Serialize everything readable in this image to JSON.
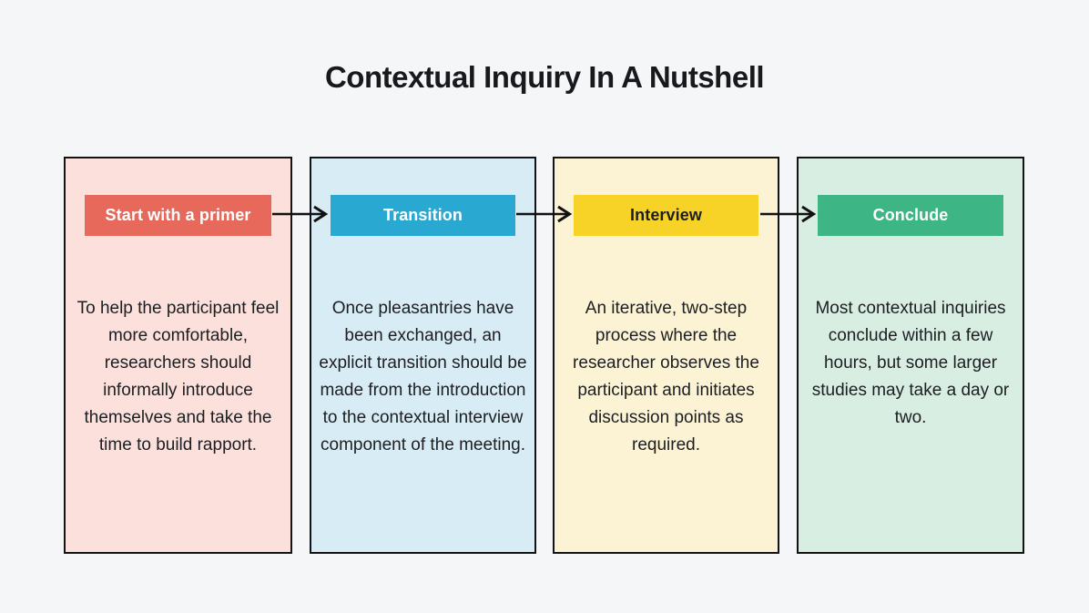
{
  "title": "Contextual Inquiry In A Nutshell",
  "colors": {
    "page_background": "#f4f6f8",
    "panel_border": "#131313",
    "arrow": "#111111",
    "body_text": "#1c1e21"
  },
  "panels": [
    {
      "id": "start-with-a-primer",
      "header": {
        "label": "Start with a primer",
        "bg": "#e7695c",
        "text_color": "#ffffff"
      },
      "panel_bg": "#fce0db",
      "body": "To help the participant feel more comfortable, researchers should informally introduce themselves and take the time to build rapport."
    },
    {
      "id": "transition",
      "header": {
        "label": "Transition",
        "bg": "#29a9d2",
        "text_color": "#ffffff"
      },
      "panel_bg": "#d7ecf5",
      "body": "Once pleasantries have been exchanged, an explicit transition should be made from the introduction to the contextual interview component of the meeting."
    },
    {
      "id": "interview",
      "header": {
        "label": "Interview",
        "bg": "#f8d327",
        "text_color": "#1d1f22"
      },
      "panel_bg": "#fcf3d4",
      "body": "An iterative, two-step process where the researcher observes the participant and initiates discussion points as required."
    },
    {
      "id": "conclude",
      "header": {
        "label": "Conclude",
        "bg": "#3eb585",
        "text_color": "#ffffff"
      },
      "panel_bg": "#d8eee3",
      "body": "Most contextual inquiries conclude within a few hours, but some larger studies may take a day or two."
    }
  ],
  "arrows": [
    {
      "from": "start-with-a-primer",
      "to": "transition"
    },
    {
      "from": "transition",
      "to": "interview"
    },
    {
      "from": "interview",
      "to": "conclude"
    }
  ]
}
